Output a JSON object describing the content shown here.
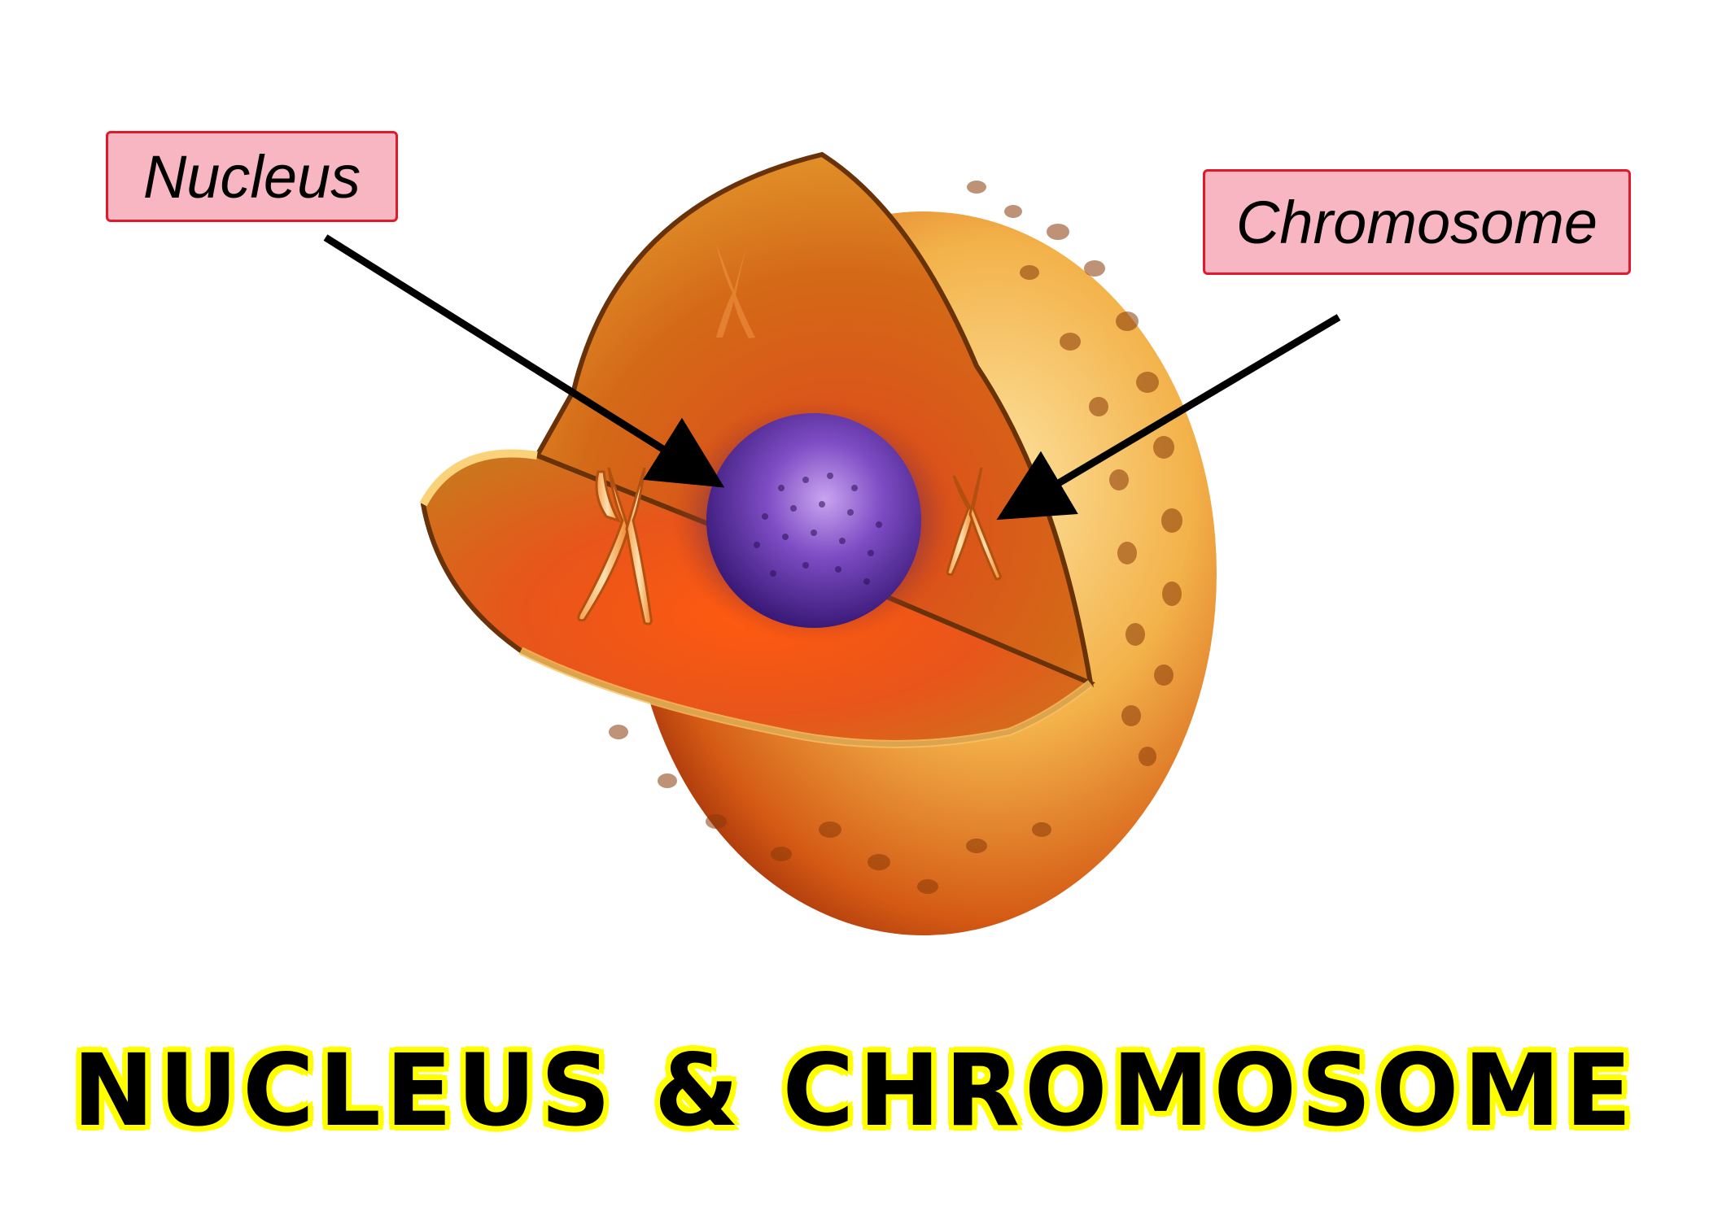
{
  "labels": {
    "nucleus": "Nucleus",
    "chromosome": "Chromosome"
  },
  "title": "NUCLEUS & CHROMOSOME",
  "colors": {
    "label_fill": "#f7b6c2",
    "label_border": "#e01a2a",
    "title_text": "#000000",
    "title_outline": "#ffff00",
    "nucleolus": "#6a3aa8",
    "cell_outer": "#f2a93b",
    "cell_inner": "#e8451a"
  }
}
